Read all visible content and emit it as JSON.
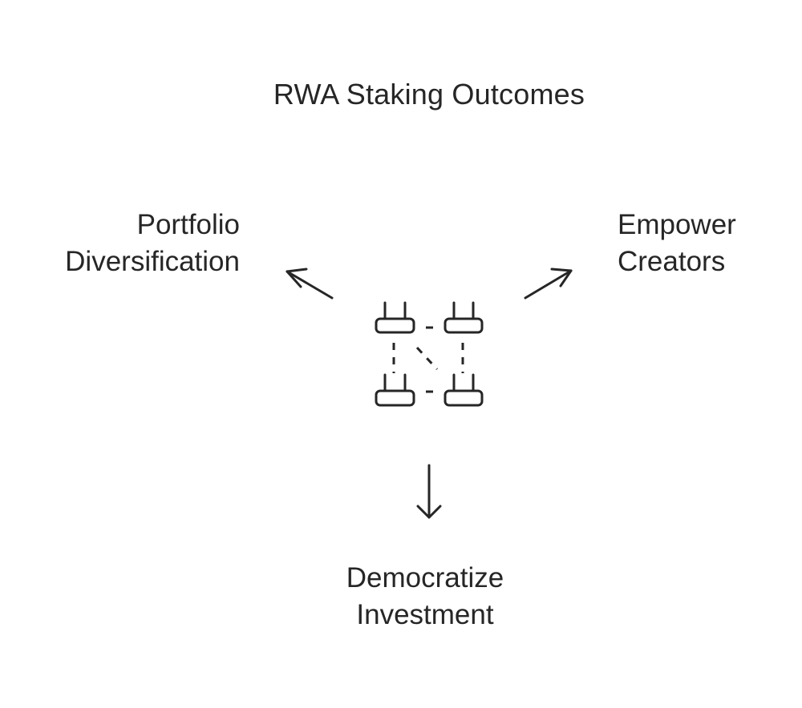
{
  "diagram": {
    "title": "RWA Staking Outcomes",
    "center_icon": "network-nodes-icon",
    "outcomes": {
      "left": {
        "lines": [
          "Portfolio",
          "Diversification"
        ]
      },
      "right": {
        "lines": [
          "Empower",
          "Creators"
        ]
      },
      "bottom": {
        "lines": [
          "Democratize",
          "Investment"
        ]
      }
    },
    "colors": {
      "stroke": "#262626",
      "text": "#262626",
      "background": "#ffffff"
    }
  }
}
